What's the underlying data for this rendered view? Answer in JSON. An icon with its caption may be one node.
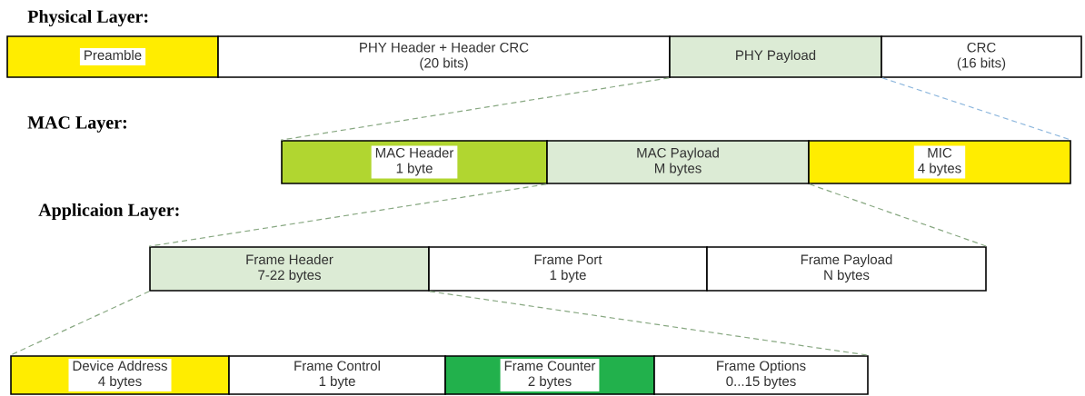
{
  "diagram": {
    "nodes": [
      {
        "text": [
          "Preamble"
        ]
      },
      {
        "text": [
          "PHY Header + Header CRC",
          "(20 bits)"
        ]
      },
      {
        "text": [
          "PHY Payload"
        ]
      },
      {
        "text": [
          "CRC",
          "(16 bits)"
        ]
      },
      {
        "text": [
          "MAC Header",
          "1 byte"
        ]
      },
      {
        "text": [
          "MAC Payload",
          "M bytes"
        ]
      },
      {
        "text": [
          "MIC",
          "4 bytes"
        ]
      },
      {
        "text": [
          "Frame Header",
          "7-22 bytes"
        ]
      },
      {
        "text": [
          "Frame Port",
          "1 byte"
        ]
      },
      {
        "text": [
          "Frame Payload",
          "N bytes"
        ]
      },
      {
        "text": [
          "Device Address",
          "4 bytes"
        ]
      },
      {
        "text": [
          "Frame Control",
          "1 byte"
        ]
      },
      {
        "text": [
          "Frame Counter",
          "2 bytes"
        ]
      },
      {
        "text": [
          "Frame Options",
          "0...15 bytes"
        ]
      }
    ],
    "edges": [
      {
        "from": 2,
        "to": 4,
        "arrow": "none",
        "style": "dashed"
      },
      {
        "from": 2,
        "to": 6,
        "arrow": "none",
        "style": "dashed",
        "color": "#8fb8de"
      },
      {
        "from": 5,
        "to": 7,
        "arrow": "none",
        "style": "dashed"
      },
      {
        "from": 5,
        "to": 9,
        "arrow": "none",
        "style": "dashed"
      },
      {
        "from": 7,
        "to": 10,
        "arrow": "none",
        "style": "dashed"
      },
      {
        "from": 7,
        "to": 13,
        "arrow": "none",
        "style": "dashed"
      }
    ],
    "labels": [
      "Physical Layer:",
      "MAC Layer:",
      "Applicaion Layer:"
    ]
  }
}
